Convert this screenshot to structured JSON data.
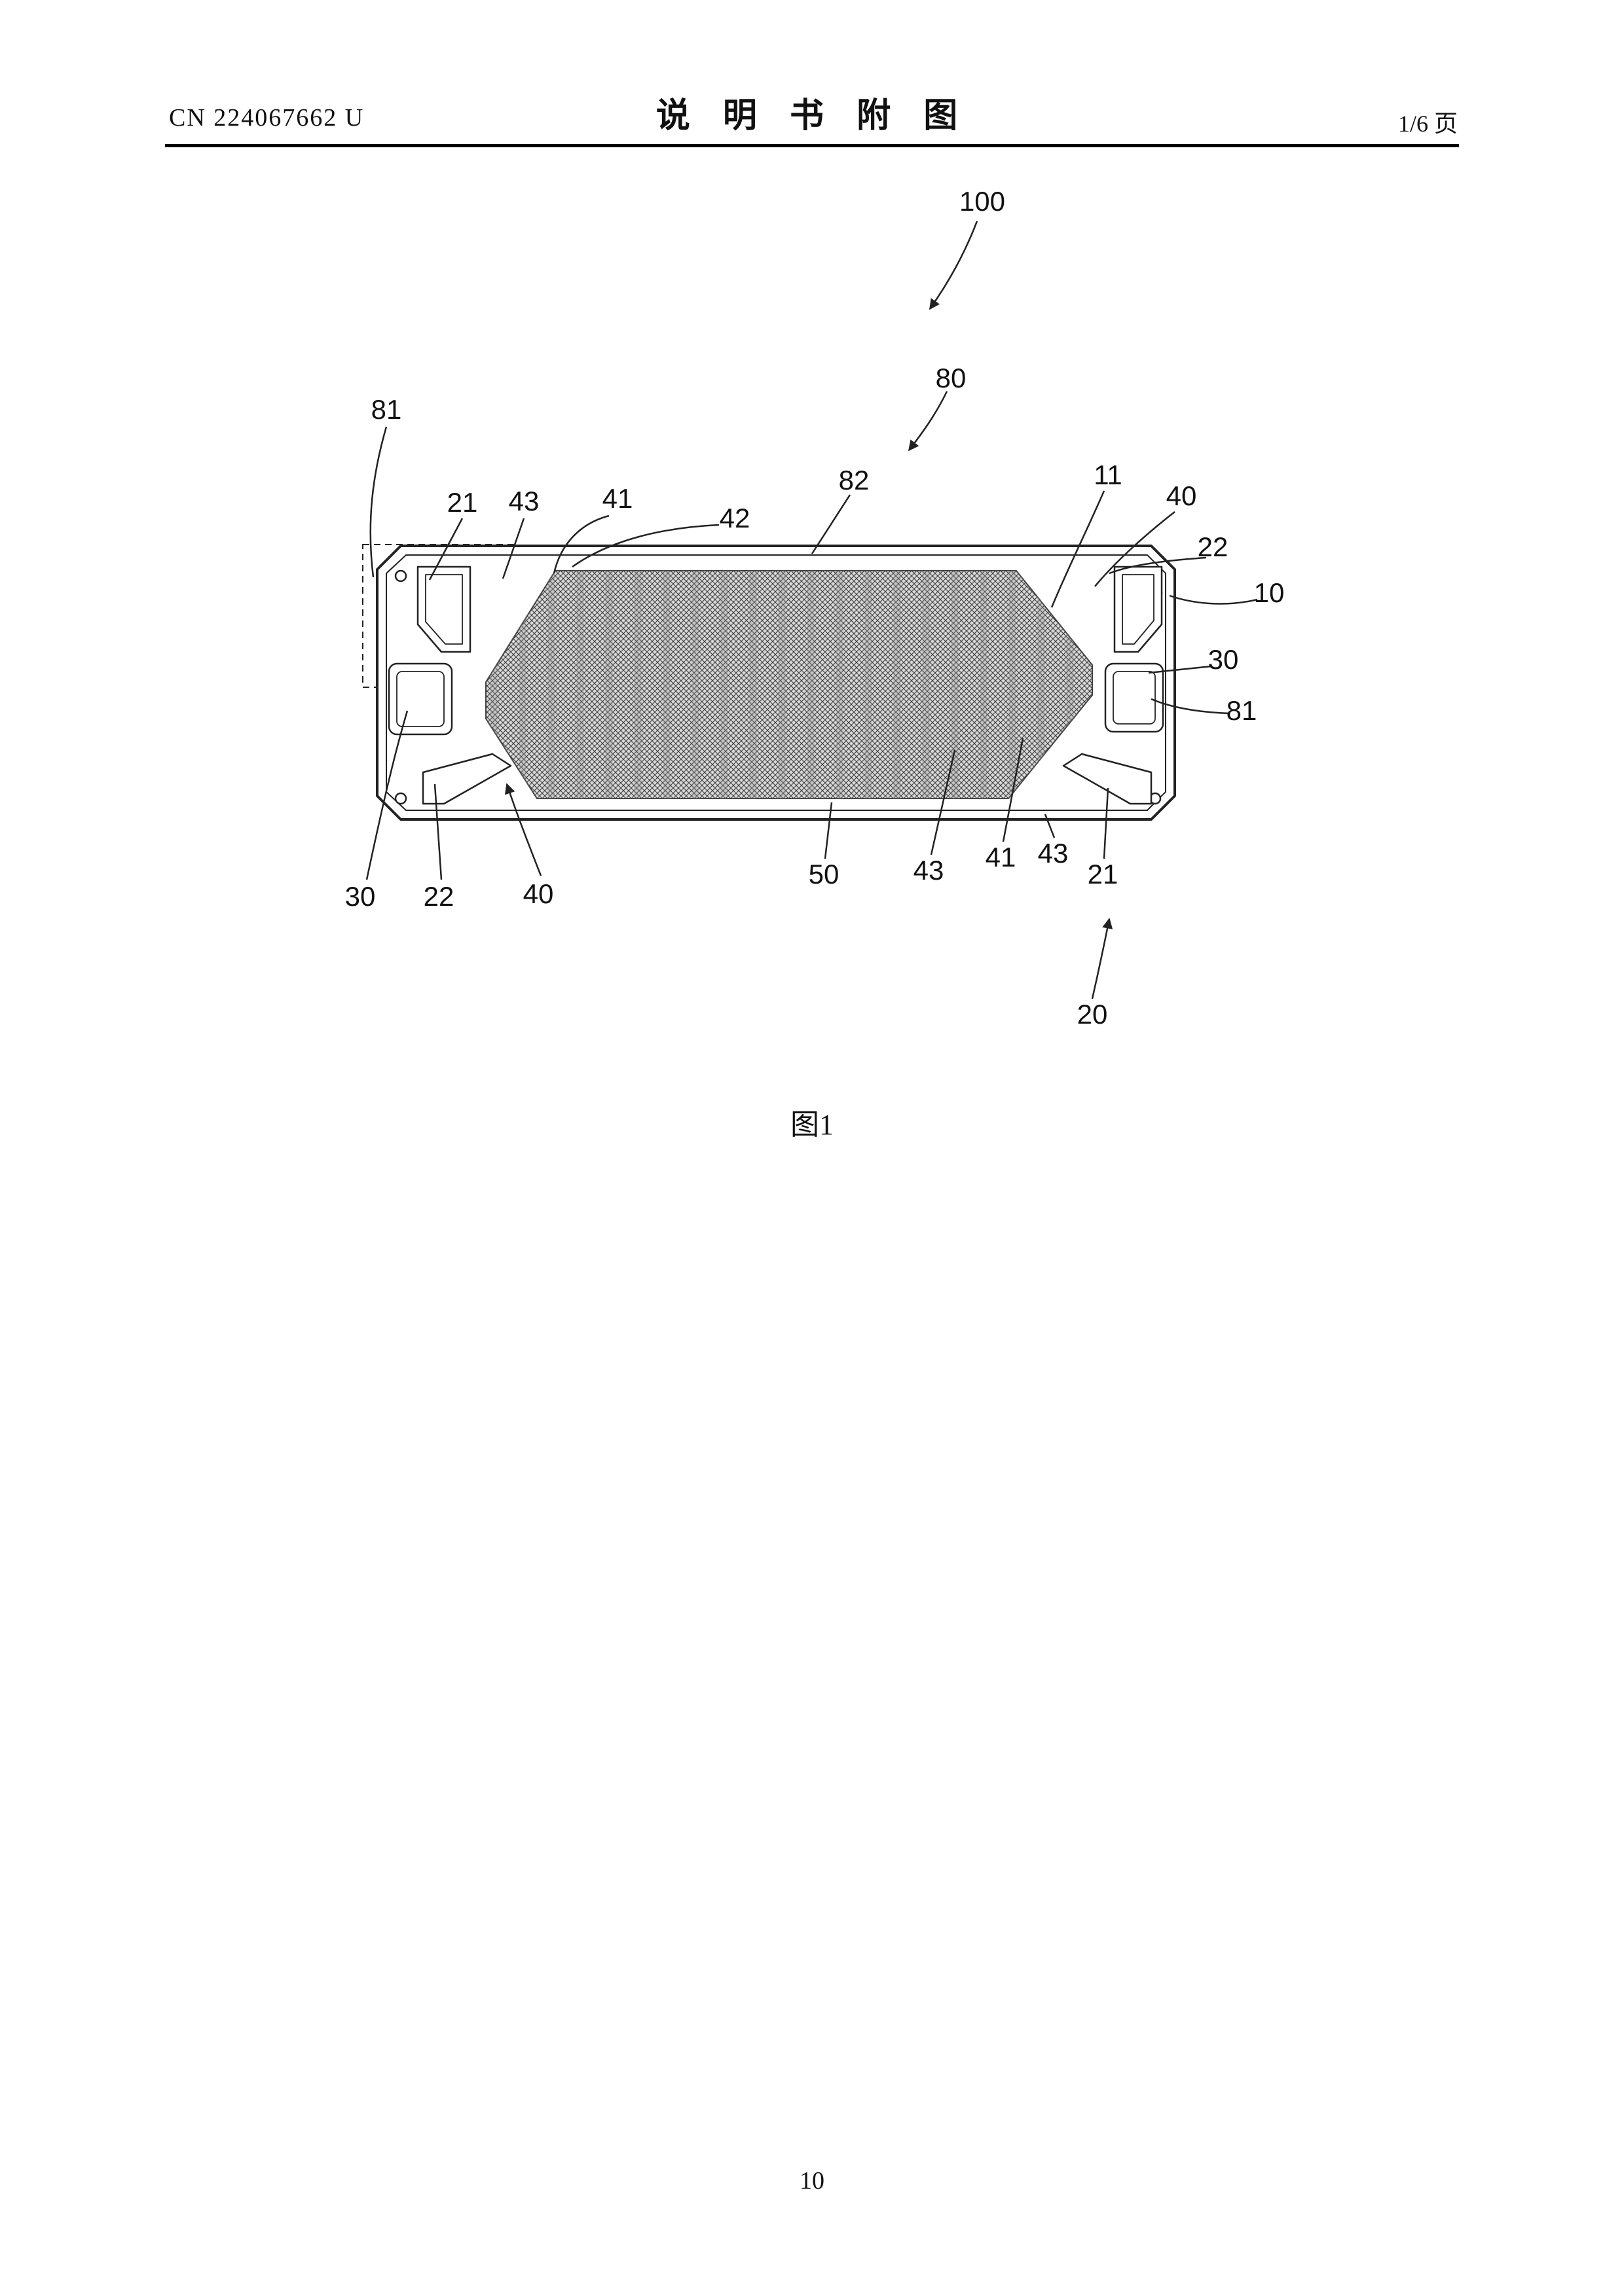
{
  "header": {
    "doc_number": "CN 224067662 U",
    "title": "说 明 书 附 图",
    "page_info": "1/6 页"
  },
  "figure": {
    "caption": "图1",
    "ref_labels": [
      "100",
      "80",
      "81",
      "21",
      "43",
      "41",
      "42",
      "82",
      "11",
      "40",
      "22",
      "10",
      "30",
      "81",
      "30",
      "22",
      "40",
      "50",
      "43",
      "41",
      "43",
      "21",
      "20"
    ]
  },
  "footer": {
    "page_number": "10"
  }
}
